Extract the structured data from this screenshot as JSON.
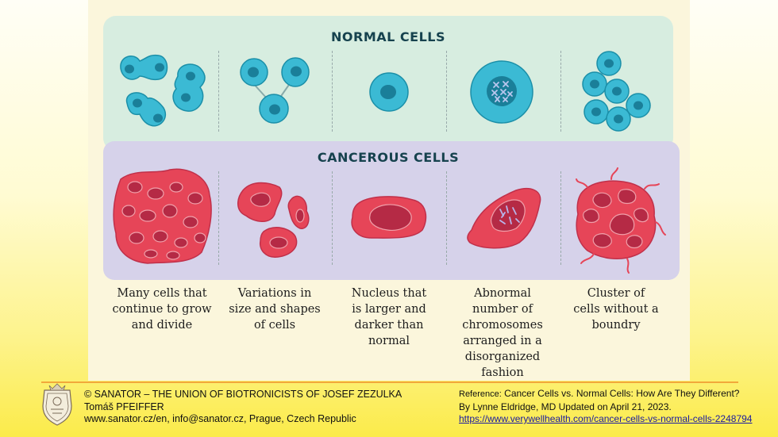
{
  "normal_title": "NORMAL CELLS",
  "cancer_title": "CANCEROUS CELLS",
  "captions": [
    "Many cells that\ncontinue to grow\nand divide",
    "Variations in\nsize and shapes\nof cells",
    "Nucleus that\nis larger and\ndarker than\nnormal",
    "Abnormal\nnumber of\nchromosomes\narranged in a\ndisorganized\nfashion",
    "Cluster of\ncells without a\nboundry"
  ],
  "footer": {
    "org": "© SANATOR – THE UNION OF BIOTRONICISTS OF JOSEF ZEZULKA",
    "author": "Tomáš PFEIFFER",
    "contact": "www.sanator.cz/en, info@sanator.cz, Prague, Czech Republic",
    "reference_label": "Reference:",
    "reference_title": "Cancer Cells vs. Normal Cells: How Are They Different?",
    "reference_byline": "By Lynne Eldridge, MD Updated on April 21, 2023.",
    "reference_url": "https://www.verywellhealth.com/cancer-cells-vs-normal-cells-2248794"
  },
  "colors": {
    "normal_cell": "#3bbad4",
    "normal_nucleus": "#1a7f99",
    "cancer_cell": "#e64558",
    "cancer_nucleus": "#b52a45",
    "normal_band": "#d7ede0",
    "cancer_band": "#d6d2ea"
  }
}
